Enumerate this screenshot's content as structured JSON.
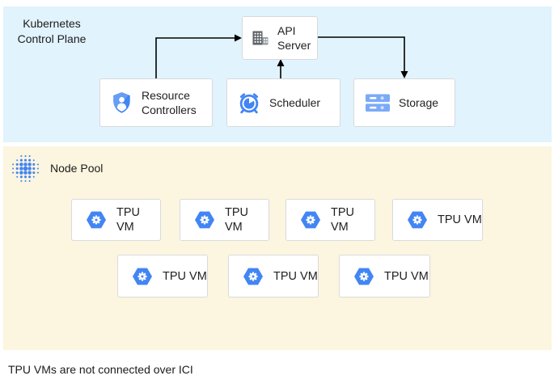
{
  "diagram": {
    "control_plane": {
      "title": "Kubernetes Control Plane",
      "nodes": {
        "api_server": {
          "label": "API Server",
          "icon": "building-icon"
        },
        "resource_controllers": {
          "label": "Resource Controllers",
          "icon": "shield-user-icon"
        },
        "scheduler": {
          "label": "Scheduler",
          "icon": "alarm-clock-icon"
        },
        "storage": {
          "label": "Storage",
          "icon": "server-stack-icon"
        }
      },
      "edges": [
        {
          "from": "Resource Controllers",
          "to": "API Server"
        },
        {
          "from": "Scheduler",
          "to": "API Server"
        },
        {
          "from": "API Server",
          "to": "Storage"
        }
      ]
    },
    "node_pool": {
      "title": "Node Pool",
      "icon": "dot-cluster-icon",
      "vm_label": "TPU VM",
      "vm_count": 7,
      "rows": [
        4,
        3
      ]
    },
    "caption": "TPU VMs are not connected over ICI",
    "colors": {
      "control_plane_bg": "#E1F3FC",
      "node_pool_bg": "#FCF5DF",
      "google_blue": "#4285F4",
      "light_blue": "#669DF6",
      "pale_blue": "#CFE0FC",
      "storage_bar_blue": "#7BAAF7",
      "icon_gray": "#5F6368",
      "card_border": "#D8DADD",
      "arrow_black": "#000000"
    }
  }
}
